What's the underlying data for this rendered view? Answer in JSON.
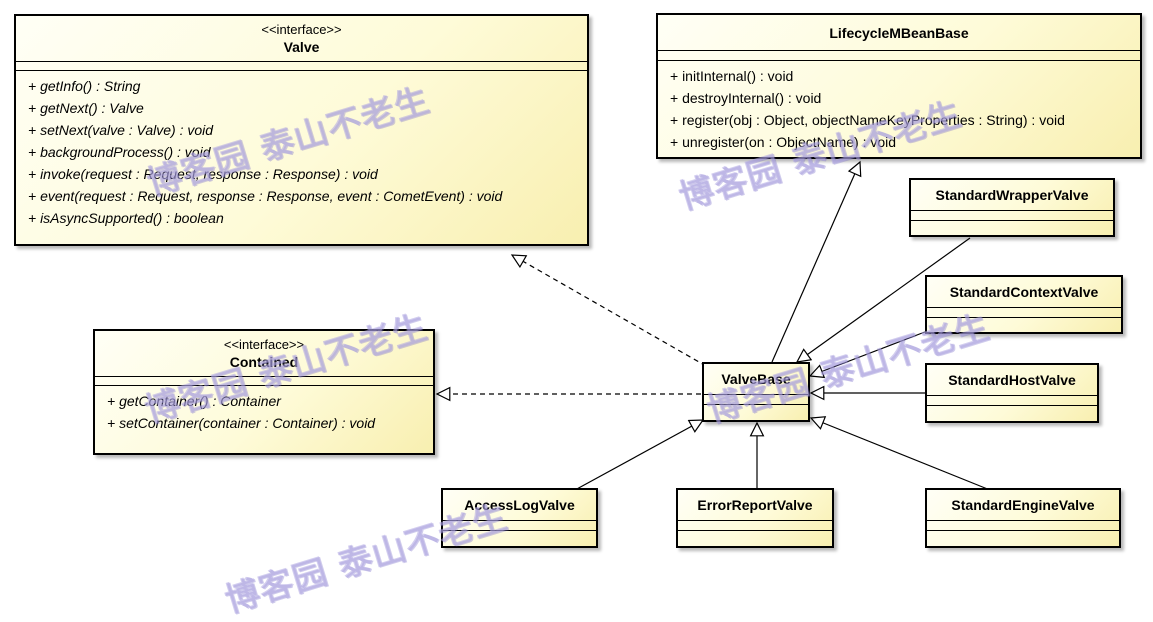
{
  "classes": {
    "valve": {
      "stereotype": "<<interface>>",
      "name": "Valve",
      "operations": [
        "+ getInfo() : String",
        "+ getNext() : Valve",
        "+ setNext(valve : Valve) : void",
        "+ backgroundProcess() : void",
        "+ invoke(request : Request, response : Response) : void",
        "+ event(request : Request, response : Response, event : CometEvent) : void",
        "+ isAsyncSupported() : boolean"
      ]
    },
    "lifecycle": {
      "name": "LifecycleMBeanBase",
      "operations": [
        "+ initInternal() : void",
        "+ destroyInternal() : void",
        "+ register(obj : Object, objectNameKeyProperties : String) : void",
        "+ unregister(on : ObjectName) : void"
      ]
    },
    "contained": {
      "stereotype": "<<interface>>",
      "name": "Contained",
      "operations": [
        "+ getContainer() : Container",
        "+ setContainer(container : Container) : void"
      ]
    },
    "valve_base": {
      "name": "ValveBase"
    },
    "standard_wrapper_valve": {
      "name": "StandardWrapperValve"
    },
    "standard_context_valve": {
      "name": "StandardContextValve"
    },
    "standard_host_valve": {
      "name": "StandardHostValve"
    },
    "access_log_valve": {
      "name": "AccessLogValve"
    },
    "error_report_valve": {
      "name": "ErrorReportValve"
    },
    "standard_engine_valve": {
      "name": "StandardEngineValve"
    }
  },
  "watermark": "博客园 泰山不老生",
  "colors": {
    "box_fill": "#fefbd8",
    "border": "#000000",
    "watermark": "#afa5e1"
  }
}
